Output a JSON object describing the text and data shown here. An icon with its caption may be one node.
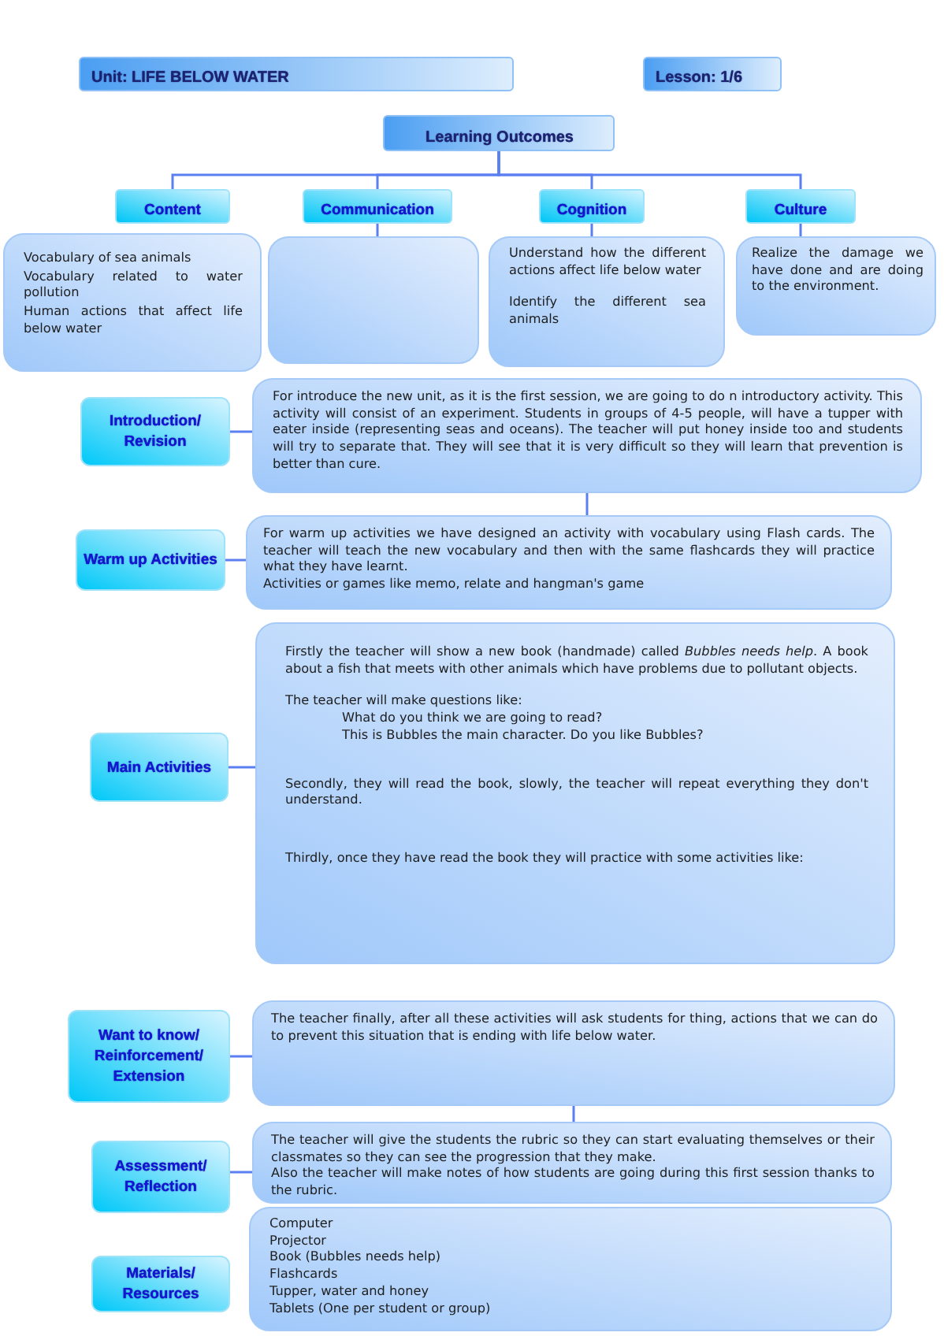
{
  "diagram": {
    "nodes": [
      {
        "text": [
          "Unit: LIFE BELOW WATER"
        ]
      },
      {
        "text": [
          "Lesson: 1/6"
        ]
      },
      {
        "text": [
          "Learning Outcomes"
        ]
      },
      {
        "text": [
          "Content"
        ]
      },
      {
        "text": [
          "Communication"
        ]
      },
      {
        "text": [
          "Cognition"
        ]
      },
      {
        "text": [
          "Culture"
        ]
      },
      {
        "text": [
          "Vocabulary of sea animals",
          "Vocabulary related to water pollution",
          "Human actions that affect life below water"
        ]
      },
      {
        "text": [],
        "shape": "box"
      },
      {
        "text": [
          "Understand how the different actions affect life below water",
          "Identify the different sea animals"
        ]
      },
      {
        "text": [
          "Realize the damage we have done and are doing to the environment."
        ]
      },
      {
        "text": [
          "Introduction/ Revision"
        ]
      },
      {
        "text": [
          "For introduce the new unit, as it is the first session, we are going to do n introductory activity. This activity will consist of an experiment. Students in groups of 4-5 people, will have a tupper with eater inside (representing seas and oceans). The teacher will put honey inside too and students will try to separate that. They will see that it is very difficult so they will learn that prevention is better than cure."
        ]
      },
      {
        "text": [
          "Warm up Activities"
        ]
      },
      {
        "text": [
          "For warm up activities we have designed an activity with vocabulary using Flash cards. The teacher will teach the new vocabulary and then with the same flashcards they will practice what they have learnt.",
          "Activities or games like memo, relate and hangman's game"
        ]
      },
      {
        "text": [
          "Main Activities"
        ]
      },
      {
        "text": [
          "Firstly the teacher will show a new book (handmade) called *Bubbles needs help*. A book about a fish that meets with other animals which have problems due to pollutant objects.",
          "The teacher will make questions like:",
          "What do you think we are going to read?",
          "This is Bubbles the main character. Do you like Bubbles?",
          "Secondly, they will read the book, slowly, the teacher will repeat everything they don't understand.",
          "Thirdly, once they have read the book they will practice with some activities like:"
        ]
      },
      {
        "text": [
          "Want to know/ Reinforcement/ Extension"
        ]
      },
      {
        "text": [
          "The teacher finally, after all these activities will ask students for thing, actions that we can do to prevent this situation that is ending with life below water."
        ]
      },
      {
        "text": [
          "Assessment/ Reflection"
        ]
      },
      {
        "text": [
          "The teacher will give the students the rubric so they can start evaluating themselves or their classmates so they can see the progression that they make.",
          "Also the teacher will make notes of how students are going during this first session thanks to the rubric."
        ]
      },
      {
        "text": [
          "Materials/ Resources"
        ]
      },
      {
        "text": [
          "Computer",
          "Projector",
          "Book (Bubbles needs help)",
          "Flashcards",
          "Tupper, water and honey",
          "Tablets (One per student or group)"
        ]
      }
    ],
    "edges": [
      {
        "from": 2,
        "to": 3,
        "arrow": "none"
      },
      {
        "from": 2,
        "to": 4,
        "arrow": "none"
      },
      {
        "from": 2,
        "to": 5,
        "arrow": "none"
      },
      {
        "from": 2,
        "to": 6,
        "arrow": "none"
      },
      {
        "from": 4,
        "to": 8,
        "arrow": "none"
      },
      {
        "from": 5,
        "to": 9,
        "arrow": "none"
      },
      {
        "from": 6,
        "to": 10,
        "arrow": "none"
      },
      {
        "from": 11,
        "to": 12,
        "arrow": "none"
      },
      {
        "from": 12,
        "to": 14,
        "arrow": "none"
      },
      {
        "from": 13,
        "to": 14,
        "arrow": "none"
      },
      {
        "from": 15,
        "to": 16,
        "arrow": "none"
      },
      {
        "from": 17,
        "to": 18,
        "arrow": "none"
      },
      {
        "from": 18,
        "to": 20,
        "arrow": "none"
      },
      {
        "from": 19,
        "to": 20,
        "arrow": "none"
      }
    ]
  }
}
